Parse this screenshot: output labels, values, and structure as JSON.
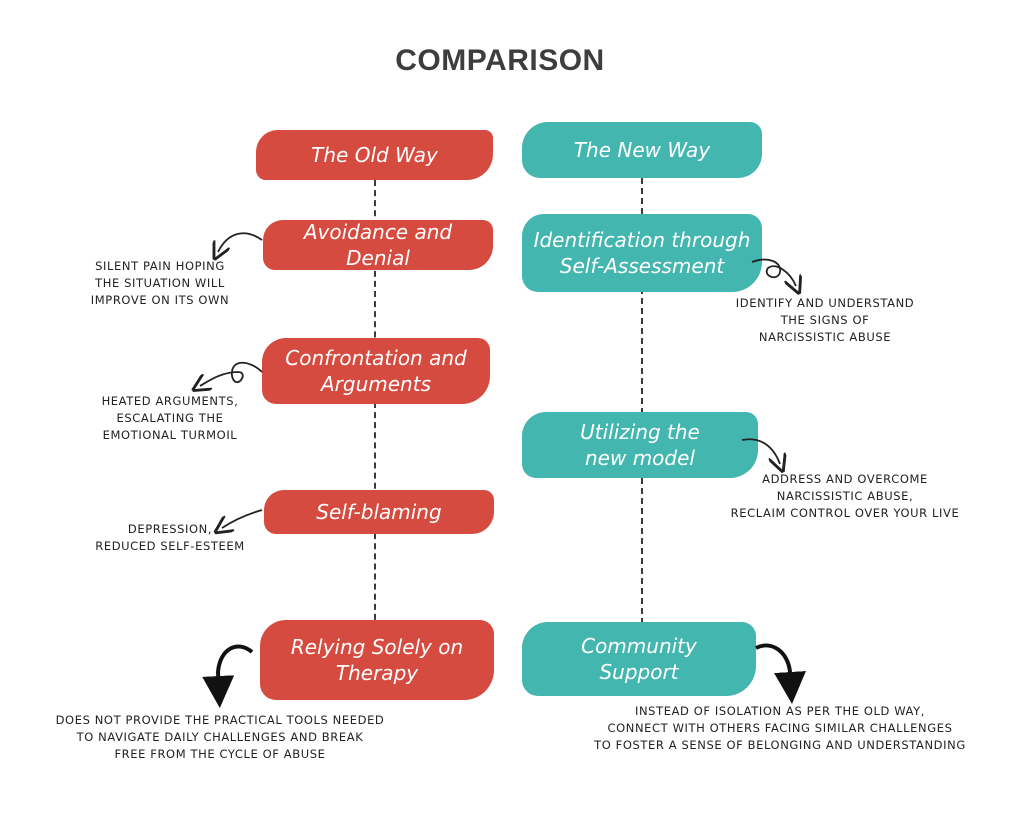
{
  "title": "COMPARISON",
  "colors": {
    "old_way": "#d64b40",
    "new_way": "#44b6b0",
    "text_dark": "#222222",
    "title": "#3d3d3d"
  },
  "old_way": {
    "header": "The Old Way",
    "steps": [
      {
        "label": [
          "Avoidance and Denial"
        ],
        "note": [
          "Silent pain hoping",
          "the situation will",
          "improve on its own"
        ]
      },
      {
        "label": [
          "Confrontation and",
          "Arguments"
        ],
        "note": [
          "Heated arguments,",
          "escalating the",
          "emotional turmoil"
        ]
      },
      {
        "label": [
          "Self-blaming"
        ],
        "note": [
          "Depression,",
          "reduced self-esteem"
        ]
      },
      {
        "label": [
          "Relying Solely on",
          "Therapy"
        ],
        "note": [
          "Does not provide the practical tools needed",
          "to navigate daily challenges and break",
          "free from the cycle of abuse"
        ]
      }
    ]
  },
  "new_way": {
    "header": "The New Way",
    "steps": [
      {
        "label": [
          "Identification through",
          "Self-Assessment"
        ],
        "note": [
          "Identify and understand",
          "the signs of",
          "narcissistic abuse"
        ]
      },
      {
        "label": [
          "Utilizing the",
          "new model"
        ],
        "note": [
          "Address and overcome",
          "narcissistic abuse,",
          "reclaim control over your live"
        ]
      },
      {
        "label": [
          "Community",
          "Support"
        ],
        "note": [
          "Instead of isolation as per the old way,",
          "connect with others facing similar challenges",
          "to foster a sense of belonging and understanding"
        ]
      }
    ]
  }
}
